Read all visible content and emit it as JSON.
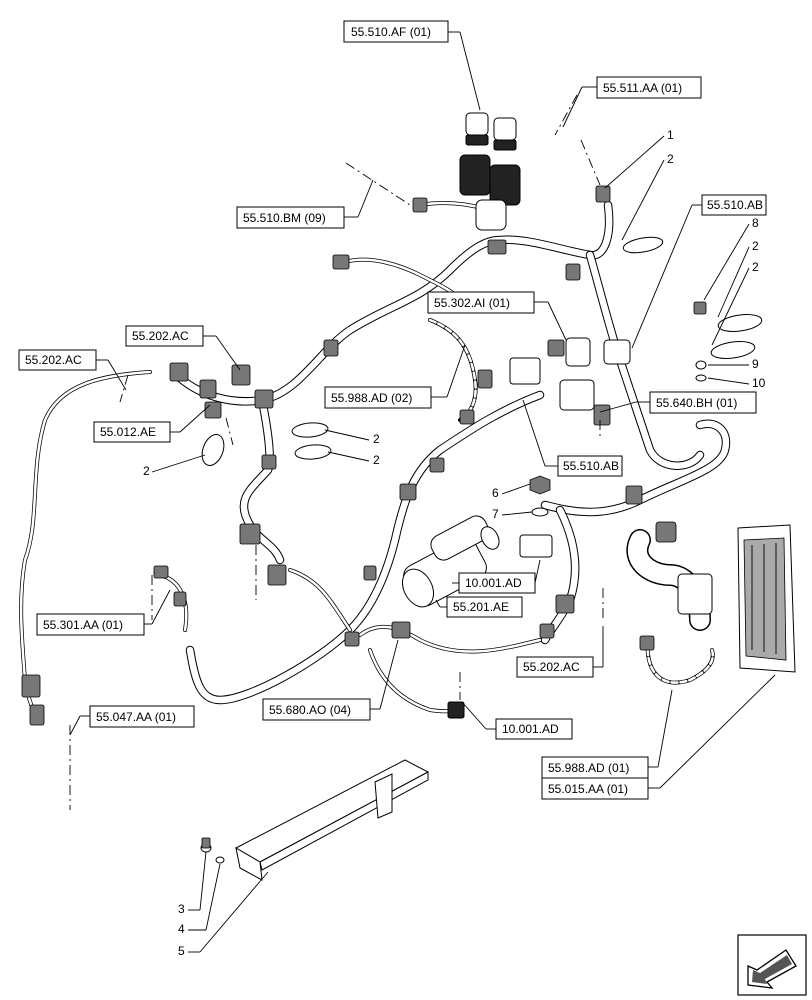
{
  "references": [
    {
      "text": "55.510.AF (01)"
    },
    {
      "text": "55.511.AA (01)"
    },
    {
      "text": "55.510.BM (09)"
    },
    {
      "text": "55.510.AB"
    },
    {
      "text": "55.302.AI (01)"
    },
    {
      "text": "55.202.AC"
    },
    {
      "text": "55.202.AC"
    },
    {
      "text": "55.988.AD (02)"
    },
    {
      "text": "55.012.AE"
    },
    {
      "text": "55.640.BH (01)"
    },
    {
      "text": "55.510.AB"
    },
    {
      "text": "10.001.AD"
    },
    {
      "text": "55.201.AE"
    },
    {
      "text": "55.301.AA (01)"
    },
    {
      "text": "55.202.AC"
    },
    {
      "text": "55.680.AO (04)"
    },
    {
      "text": "10.001.AD"
    },
    {
      "text": "55.047.AA (01)"
    },
    {
      "text": "55.988.AD (01)"
    },
    {
      "text": "55.015.AA (01)"
    }
  ],
  "item_numbers": [
    "1",
    "2",
    "8",
    "2",
    "2",
    "9",
    "10",
    "2",
    "2",
    "2",
    "6",
    "7",
    "3",
    "4",
    "5"
  ],
  "icons": {
    "navigation": "next-page-arrow-icon"
  }
}
